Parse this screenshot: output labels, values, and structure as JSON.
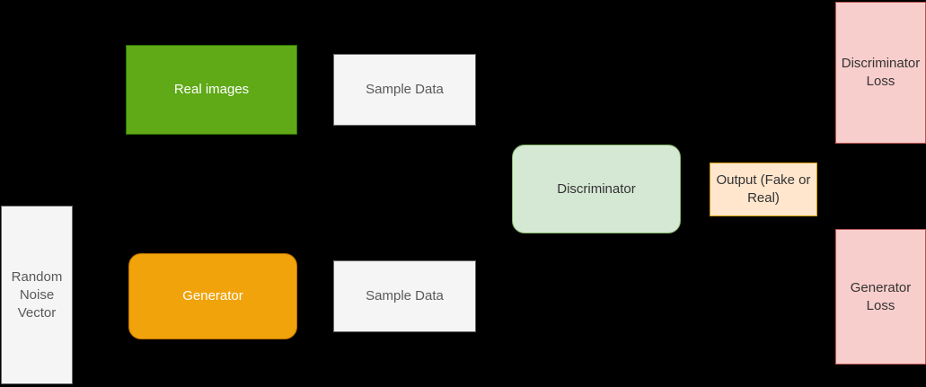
{
  "diagram": {
    "description": "GAN architecture flow diagram",
    "background_color": "#000000",
    "nodes": {
      "random_noise_vector": {
        "label": "Random Noise Vector",
        "shape": "rectangle",
        "fill": "#f5f5f5",
        "stroke": "#666666",
        "text_color": "#595959"
      },
      "real_images": {
        "label": "Real images",
        "shape": "rectangle",
        "fill": "#60a917",
        "stroke": "#2d7600",
        "text_color": "#ffffff"
      },
      "sample_data_top": {
        "label": "Sample Data",
        "shape": "rectangle",
        "fill": "#f5f5f5",
        "stroke": "#666666",
        "text_color": "#595959"
      },
      "generator": {
        "label": "Generator",
        "shape": "rounded-rectangle",
        "fill": "#f0a30a",
        "stroke": "#bd7000",
        "text_color": "#ffffff"
      },
      "sample_data_bottom": {
        "label": "Sample Data",
        "shape": "rectangle",
        "fill": "#f5f5f5",
        "stroke": "#666666",
        "text_color": "#595959"
      },
      "discriminator": {
        "label": "Discriminator",
        "shape": "rounded-rectangle",
        "fill": "#d5e8d4",
        "stroke": "#82b366",
        "text_color": "#333333"
      },
      "output": {
        "label": "Output (Fake or Real)",
        "shape": "rectangle",
        "fill": "#ffe6cc",
        "stroke": "#d79b00",
        "text_color": "#333333"
      },
      "discriminator_loss": {
        "label": "Discriminator Loss",
        "shape": "rectangle",
        "fill": "#f8cecc",
        "stroke": "#b85450",
        "text_color": "#333333"
      },
      "generator_loss": {
        "label": "Generator Loss",
        "shape": "rectangle",
        "fill": "#f8cecc",
        "stroke": "#b85450",
        "text_color": "#333333"
      }
    }
  }
}
